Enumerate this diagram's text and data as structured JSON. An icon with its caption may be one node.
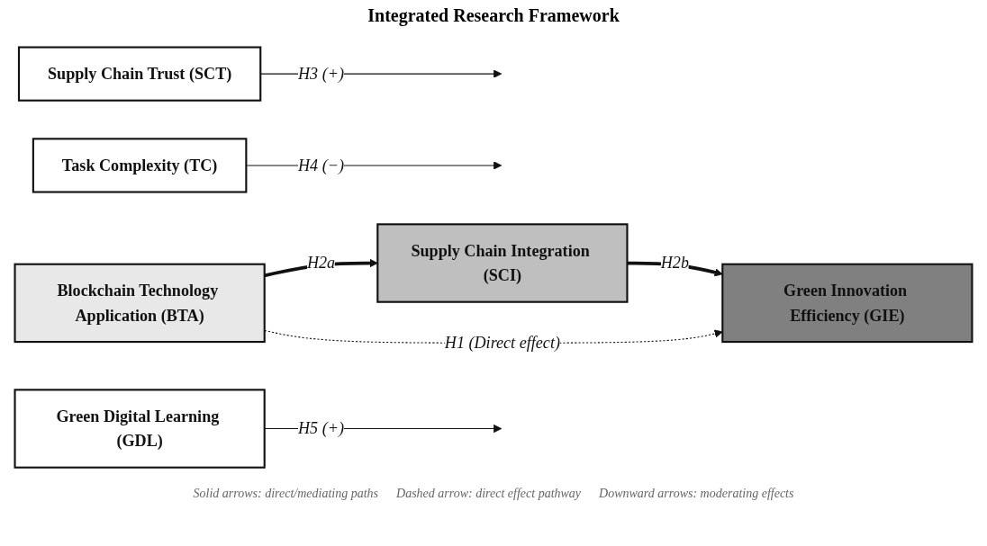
{
  "diagram": {
    "title": "Integrated Research Framework",
    "nodes": [
      {
        "text": [
          "Supply Chain Trust (SCT)"
        ]
      },
      {
        "text": [
          "Task Complexity (TC)"
        ]
      },
      {
        "text": [
          "Green Digital Learning (GDL)"
        ]
      },
      {
        "text": [
          "Blockchain Technology Application (BTA)"
        ]
      },
      {
        "text": [
          "Supply Chain Integration (SCI)"
        ]
      },
      {
        "text": [
          "Green Innovation Efficiency (GIE)"
        ]
      }
    ],
    "edges": [
      {
        "from": 0,
        "to": null,
        "arrow": "to",
        "label": "H3 (+)"
      },
      {
        "from": 1,
        "to": null,
        "arrow": "to",
        "label": "H4 (−)"
      },
      {
        "from": 2,
        "to": null,
        "arrow": "to",
        "label": "H5 (+)"
      },
      {
        "from": 3,
        "to": 4,
        "arrow": "to",
        "label": "H2a",
        "style": "thick"
      },
      {
        "from": 4,
        "to": 5,
        "arrow": "to",
        "label": "H2b",
        "style": "thick"
      },
      {
        "from": 3,
        "to": 5,
        "arrow": "to",
        "label": "H1 (Direct effect)",
        "style": "dashed"
      }
    ],
    "labels": [
      "Solid arrows: direct/mediating paths",
      "Dashed arrow: direct effect pathway",
      "Downward arrows: moderating effects"
    ]
  }
}
